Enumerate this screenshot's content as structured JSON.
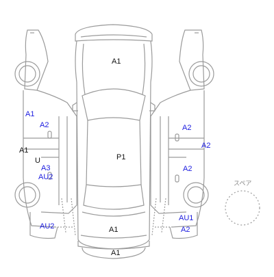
{
  "diagram": {
    "label_color": "#1a1adf",
    "line_color": "#9a9a9a",
    "labels": {
      "roof": "A1",
      "center": "P1",
      "rear_panel": "A1",
      "rear_bumper": "A1",
      "left_front_door": "A1",
      "left_front_fender": "A2",
      "left_sill": "A1",
      "left_u": "U",
      "left_rear_door": "A3",
      "left_rear_quarter": "AU2",
      "left_rear_bumper": "AU2",
      "right_front_door": "A2",
      "right_edge": "A2",
      "right_rear_door": "A2",
      "right_rear_quarter": "AU1",
      "right_rear_bumper": "A2"
    },
    "spare_label": "スペア"
  }
}
